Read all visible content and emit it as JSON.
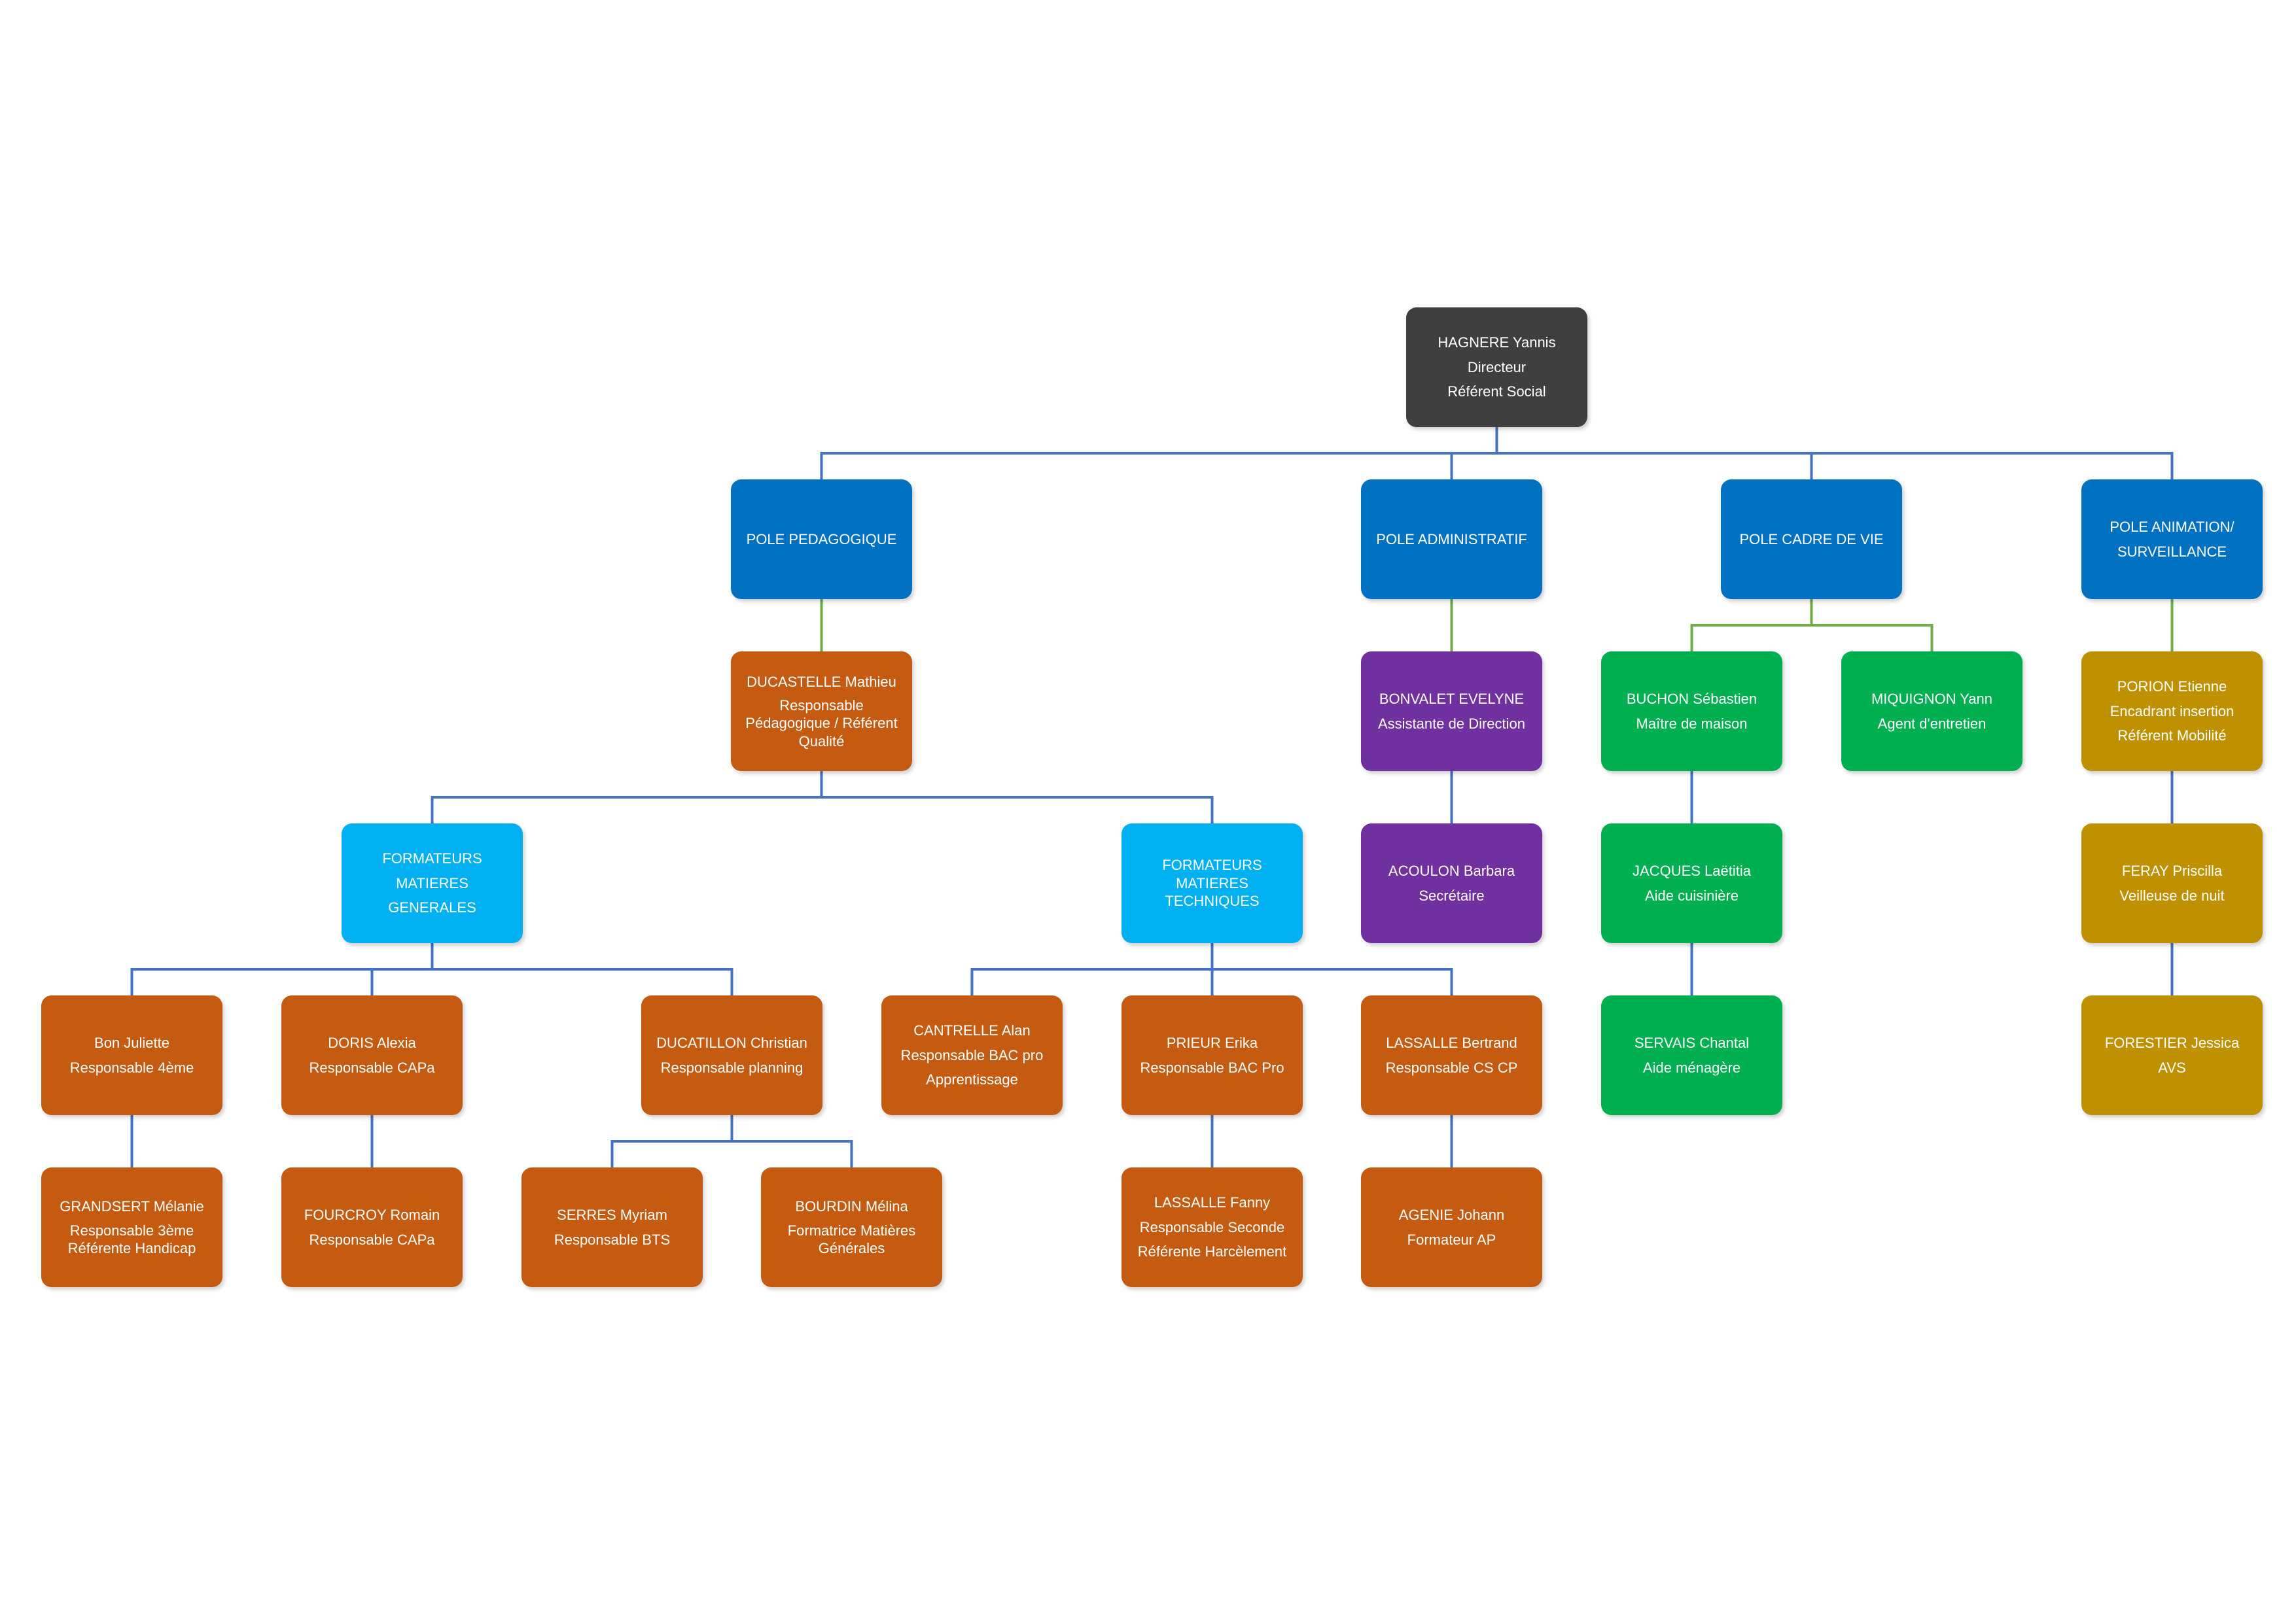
{
  "colors": {
    "director": "#3F3F3F",
    "pole": "#0070C0",
    "sub": "#00B0F0",
    "orange": "#C55A11",
    "purple": "#7030A0",
    "green": "#00B050",
    "gold": "#BF9000",
    "line_blue": "#4472C4",
    "line_green": "#70AD47"
  },
  "nodes": [
    {
      "id": "hagnere",
      "lines": [
        "HAGNERE Yannis",
        "Directeur",
        "Référent Social"
      ],
      "color": "director"
    },
    {
      "id": "pole-pedagogique",
      "lines": [
        "POLE PEDAGOGIQUE"
      ],
      "color": "pole"
    },
    {
      "id": "pole-administratif",
      "lines": [
        "POLE ADMINISTRATIF"
      ],
      "color": "pole"
    },
    {
      "id": "pole-cadre-de-vie",
      "lines": [
        "POLE CADRE DE VIE"
      ],
      "color": "pole"
    },
    {
      "id": "pole-animation",
      "lines": [
        "POLE ANIMATION/",
        "SURVEILLANCE"
      ],
      "color": "pole"
    },
    {
      "id": "ducastelle",
      "lines": [
        "DUCASTELLE Mathieu",
        "Responsable Pédagogique / Référent Qualité"
      ],
      "color": "orange"
    },
    {
      "id": "bonvalet",
      "lines": [
        "BONVALET EVELYNE",
        "Assistante de Direction"
      ],
      "color": "purple"
    },
    {
      "id": "buchon",
      "lines": [
        "BUCHON Sébastien",
        "Maître de maison"
      ],
      "color": "green"
    },
    {
      "id": "miquignon",
      "lines": [
        "MIQUIGNON Yann",
        "Agent d'entretien"
      ],
      "color": "green"
    },
    {
      "id": "porion",
      "lines": [
        "PORION Etienne",
        "Encadrant insertion",
        "Référent Mobilité"
      ],
      "color": "gold"
    },
    {
      "id": "formateurs-generales",
      "lines": [
        "FORMATEURS",
        "MATIERES",
        "GENERALES"
      ],
      "color": "sub"
    },
    {
      "id": "formateurs-techniques",
      "lines": [
        "FORMATEURS MATIERES TECHNIQUES"
      ],
      "color": "sub"
    },
    {
      "id": "acoulon",
      "lines": [
        "ACOULON Barbara",
        "Secrétaire"
      ],
      "color": "purple"
    },
    {
      "id": "jacques",
      "lines": [
        "JACQUES Laëtitia",
        "Aide cuisinière"
      ],
      "color": "green"
    },
    {
      "id": "feray",
      "lines": [
        "FERAY Priscilla",
        "Veilleuse de nuit"
      ],
      "color": "gold"
    },
    {
      "id": "bon",
      "lines": [
        "Bon Juliette",
        "Responsable 4ème"
      ],
      "color": "orange"
    },
    {
      "id": "doris",
      "lines": [
        "DORIS Alexia",
        "Responsable CAPa"
      ],
      "color": "orange"
    },
    {
      "id": "ducatillon",
      "lines": [
        "DUCATILLON Christian",
        "Responsable planning"
      ],
      "color": "orange"
    },
    {
      "id": "cantrelle",
      "lines": [
        "CANTRELLE Alan",
        "Responsable BAC pro",
        "Apprentissage"
      ],
      "color": "orange"
    },
    {
      "id": "prieur",
      "lines": [
        "PRIEUR Erika",
        "Responsable BAC Pro"
      ],
      "color": "orange"
    },
    {
      "id": "lassalle-b",
      "lines": [
        "LASSALLE Bertrand",
        "Responsable CS CP"
      ],
      "color": "orange"
    },
    {
      "id": "servais",
      "lines": [
        "SERVAIS Chantal",
        "Aide ménagère"
      ],
      "color": "green"
    },
    {
      "id": "forestier",
      "lines": [
        "FORESTIER Jessica",
        "AVS"
      ],
      "color": "gold"
    },
    {
      "id": "grandsert",
      "lines": [
        "GRANDSERT Mélanie",
        "Responsable 3ème Référente Handicap"
      ],
      "color": "orange"
    },
    {
      "id": "fourcroy",
      "lines": [
        "FOURCROY Romain",
        "Responsable CAPa"
      ],
      "color": "orange"
    },
    {
      "id": "serres",
      "lines": [
        "SERRES Myriam",
        "Responsable BTS"
      ],
      "color": "orange"
    },
    {
      "id": "bourdin",
      "lines": [
        "BOURDIN Mélina",
        "Formatrice Matières Générales"
      ],
      "color": "orange"
    },
    {
      "id": "lassalle-f",
      "lines": [
        "LASSALLE Fanny",
        "Responsable Seconde",
        "Référente Harcèlement"
      ],
      "color": "orange"
    },
    {
      "id": "agenie",
      "lines": [
        "AGENIE Johann",
        "Formateur AP"
      ],
      "color": "orange"
    }
  ],
  "edges": [
    {
      "parent": "hagnere",
      "children": [
        "pole-pedagogique",
        "pole-administratif",
        "pole-cadre-de-vie",
        "pole-animation"
      ],
      "color": "line_blue"
    },
    {
      "parent": "pole-pedagogique",
      "children": [
        "ducastelle"
      ],
      "color": "line_green"
    },
    {
      "parent": "pole-administratif",
      "children": [
        "bonvalet"
      ],
      "color": "line_green"
    },
    {
      "parent": "pole-cadre-de-vie",
      "children": [
        "buchon",
        "miquignon"
      ],
      "color": "line_green"
    },
    {
      "parent": "pole-animation",
      "children": [
        "porion"
      ],
      "color": "line_green"
    },
    {
      "parent": "ducastelle",
      "children": [
        "formateurs-generales",
        "formateurs-techniques"
      ],
      "color": "line_blue"
    },
    {
      "parent": "bonvalet",
      "children": [
        "acoulon"
      ],
      "color": "line_blue"
    },
    {
      "parent": "buchon",
      "children": [
        "jacques"
      ],
      "color": "line_blue"
    },
    {
      "parent": "porion",
      "children": [
        "feray"
      ],
      "color": "line_blue"
    },
    {
      "parent": "formateurs-generales",
      "children": [
        "bon",
        "doris",
        "ducatillon"
      ],
      "color": "line_blue"
    },
    {
      "parent": "formateurs-techniques",
      "children": [
        "cantrelle",
        "prieur",
        "lassalle-b"
      ],
      "color": "line_blue"
    },
    {
      "parent": "jacques",
      "children": [
        "servais"
      ],
      "color": "line_blue"
    },
    {
      "parent": "feray",
      "children": [
        "forestier"
      ],
      "color": "line_blue"
    },
    {
      "parent": "bon",
      "children": [
        "grandsert"
      ],
      "color": "line_blue"
    },
    {
      "parent": "doris",
      "children": [
        "fourcroy"
      ],
      "color": "line_blue"
    },
    {
      "parent": "ducatillon",
      "children": [
        "serres",
        "bourdin"
      ],
      "color": "line_blue"
    },
    {
      "parent": "prieur",
      "children": [
        "lassalle-f"
      ],
      "color": "line_blue"
    },
    {
      "parent": "lassalle-b",
      "children": [
        "agenie"
      ],
      "color": "line_blue"
    }
  ]
}
